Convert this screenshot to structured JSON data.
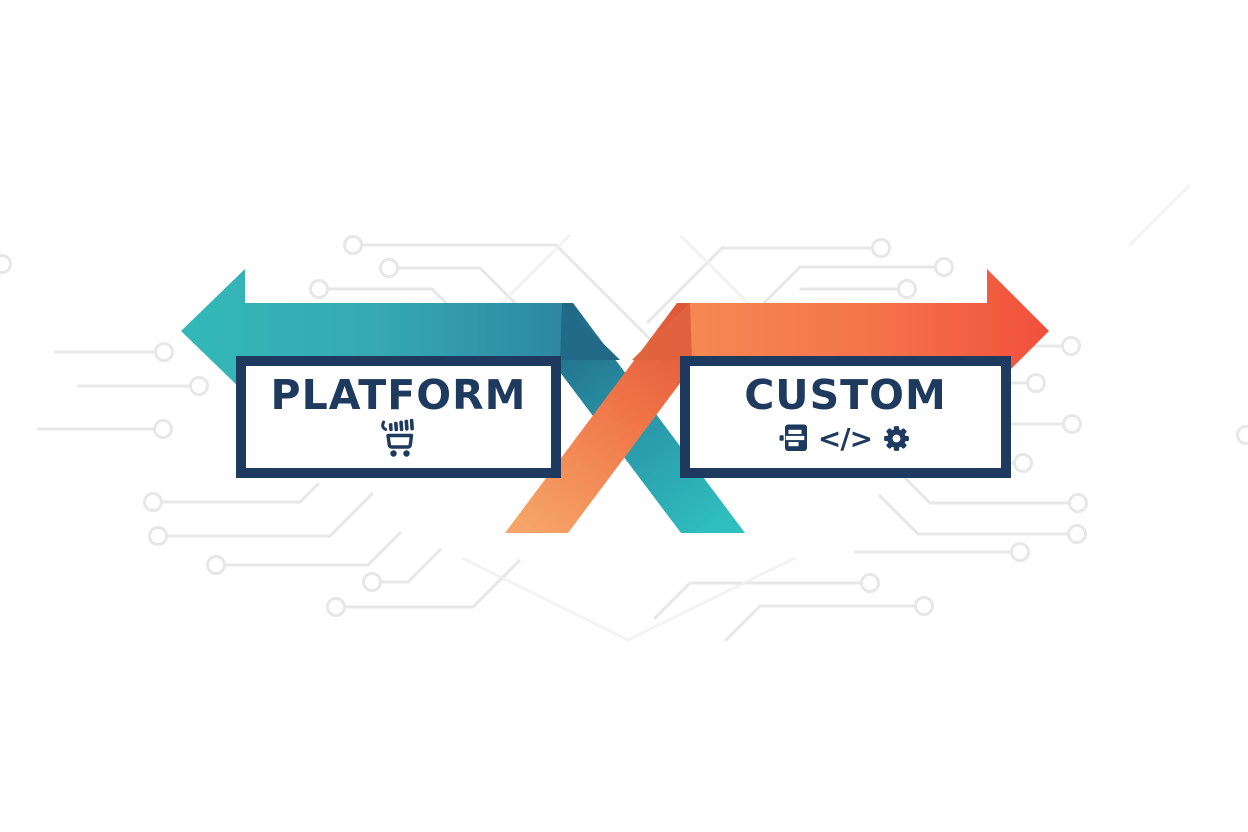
{
  "diagram": {
    "background_pattern": "circuit-board-traces",
    "colors": {
      "navy": "#1E3A5F",
      "teal_bright": "#33B8B7",
      "teal_mid": "#35A9B4",
      "teal_dark": "#2B7C9C",
      "teal_fold": "#1E5F7E",
      "teal_diag_top": "#1E607F",
      "teal_diag_bottom": "#2FBFBF",
      "orange_bright": "#F1503C",
      "orange_mid": "#F4764B",
      "orange_light": "#F78D55",
      "orange_fold": "#D14A31",
      "orange_diag_top": "#DD5136",
      "orange_diag_bottom": "#F6A468",
      "circuit_line": "#E7E7E7",
      "background": "#FFFFFF"
    },
    "arrows": {
      "left": {
        "direction": "left",
        "theme": "teal"
      },
      "right": {
        "direction": "right",
        "theme": "orange"
      }
    },
    "boxes": {
      "platform": {
        "label": "PLATFORM",
        "icons": [
          "shopping-cart-icon"
        ]
      },
      "custom": {
        "label": "CUSTOM",
        "icons": [
          "server-list-icon",
          "code-icon",
          "gear-icon"
        ],
        "code_icon_text": "</>"
      }
    }
  }
}
